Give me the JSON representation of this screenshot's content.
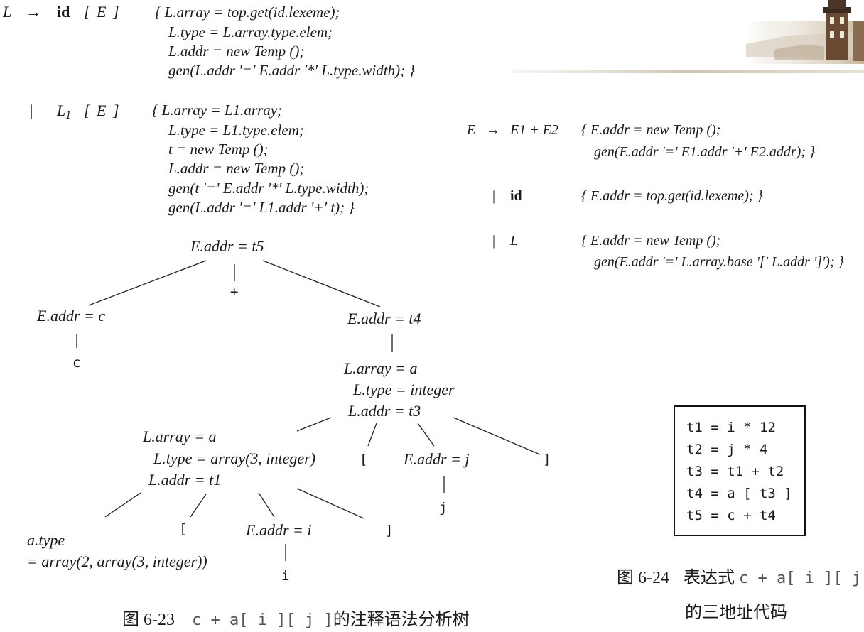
{
  "sdt": {
    "rule1_lhs": "L",
    "arrow": "→",
    "rule1_id": "id",
    "rule1_bracket": "[ E ]",
    "rule1_actions": [
      "{ L.array = top.get(id.lexeme);",
      "L.type = L.array.type.elem;",
      "L.addr = new Temp ();",
      "gen(L.addr '=' E.addr '*' L.type.width); }"
    ],
    "rule2_bar": "|",
    "rule2_head": "L",
    "rule2_head_sub": "1",
    "rule2_bracket": "[ E ]",
    "rule2_actions": [
      "{ L.array = L1.array;",
      "L.type = L1.type.elem;",
      "t = new Temp ();",
      "L.addr = new Temp ();",
      "gen(t '=' E.addr '*' L.type.width);",
      "gen(L.addr '=' L1.addr '+' t); }"
    ]
  },
  "grammar": {
    "r1_lhs": "E",
    "r1_arrow": "→",
    "r1_rhs": "E1 + E2",
    "r1_action_1": "{ E.addr = new Temp ();",
    "r1_action_2": "gen(E.addr '=' E1.addr '+' E2.addr); }",
    "r2_bar": "|",
    "r2_rhs": "id",
    "r2_action": "{ E.addr = top.get(id.lexeme); }",
    "r3_bar": "|",
    "r3_rhs": "L",
    "r3_action_1": "{ E.addr = new Temp ();",
    "r3_action_2": "gen(E.addr '=' L.array.base '[' L.addr ']'); }"
  },
  "tree": {
    "root": "E.addr = t5",
    "plus": "+",
    "left_e": "E.addr = c",
    "leaf_c": "c",
    "right_e": "E.addr = t4",
    "l_outer_1": "L.array = a",
    "l_outer_2": "L.type = integer",
    "l_outer_3": "L.addr = t3",
    "l_inner_1": "L.array = a",
    "l_inner_2": "L.type = array(3, integer)",
    "l_inner_3": "L.addr = t1",
    "lb_outer": "[",
    "e_j": "E.addr = j",
    "leaf_j": "j",
    "rb_outer": "]",
    "a_type_1": "a.type",
    "a_type_2": "= array(2, array(3, integer))",
    "lb_inner": "[",
    "e_i": "E.addr = i",
    "leaf_i": "i",
    "rb_inner": "]"
  },
  "code": [
    "t1 = i * 12",
    "t2 = j * 4",
    "t3 = t1 + t2",
    "t4 = a [ t3 ]",
    "t5 = c + t4"
  ],
  "captions": {
    "fig23_num": "图 6-23",
    "fig23_expr": "c + a[ i ][ j ]",
    "fig23_text": "的注释语法分析树",
    "fig24_num": "图 6-24",
    "fig24_text_a": "表达式",
    "fig24_expr": "c + a[ i ][ j ]",
    "fig24_text_b": "的三地址代码"
  }
}
